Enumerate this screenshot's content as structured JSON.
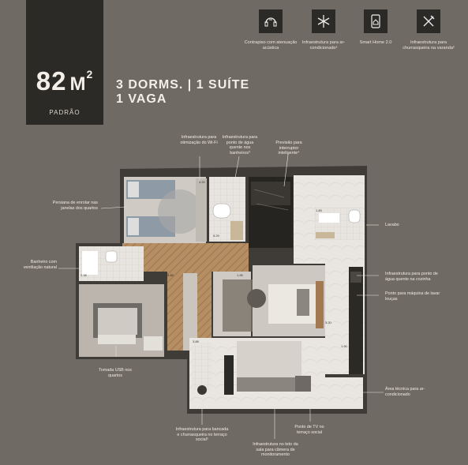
{
  "header": {
    "area_value": "82",
    "area_unit": "M",
    "area_exp": "2",
    "area_label": "PADRÃO",
    "line1": "3 DORMS. | 1 SUÍTE",
    "line2": "1 VAGA"
  },
  "features": [
    {
      "icon": "acoustic-icon",
      "label": "Contrapiso com atenuação acústica"
    },
    {
      "icon": "air-conditioning-icon",
      "label": "Infraestrutura para ar-condicionado¹"
    },
    {
      "icon": "smart-home-icon",
      "label": "Smart Home 2.0"
    },
    {
      "icon": "barbecue-icon",
      "label": "Infraestrutura para churrasqueira na varanda²"
    }
  ],
  "callouts": {
    "wifi": "Infraestrutura para otimização do Wi-Fi",
    "hot_water": "Infraestrutura para ponto de água quente nos banheiros³",
    "smart_switch": "Previsão para interruptor inteligente⁴",
    "blinds": "Persiana de enrolar nas janelas dos quartos",
    "lavabo": "Lavabo",
    "bathroom_vent": "Banheiro com ventilação natural",
    "kitchen_water": "Infraestrutura para ponto de água quente na cozinha",
    "dishwasher": "Ponto para máquina de lavar louças",
    "usb": "Tomada USB nos quartos",
    "tech_area": "Área técnica para ar-condicionado",
    "bbq_counter": "Infraestrutura para bancada e churrasqueira no terraço social⁵",
    "tv_point": "Ponto de TV no terraço social",
    "camera": "Infraestrutura no teto da sala para câmera de monitoramento"
  },
  "dimensions": [
    "3.20",
    "5.29",
    "1.90",
    "1.80",
    "2.38",
    "3.85",
    "1.95",
    "3.20",
    "3.88",
    "1.90"
  ],
  "colors": {
    "background": "#6f6a63",
    "panel": "#2c2a27",
    "wall": "#4a4743",
    "floor_light": "#e6e2dc",
    "wood": "#b08a60"
  }
}
